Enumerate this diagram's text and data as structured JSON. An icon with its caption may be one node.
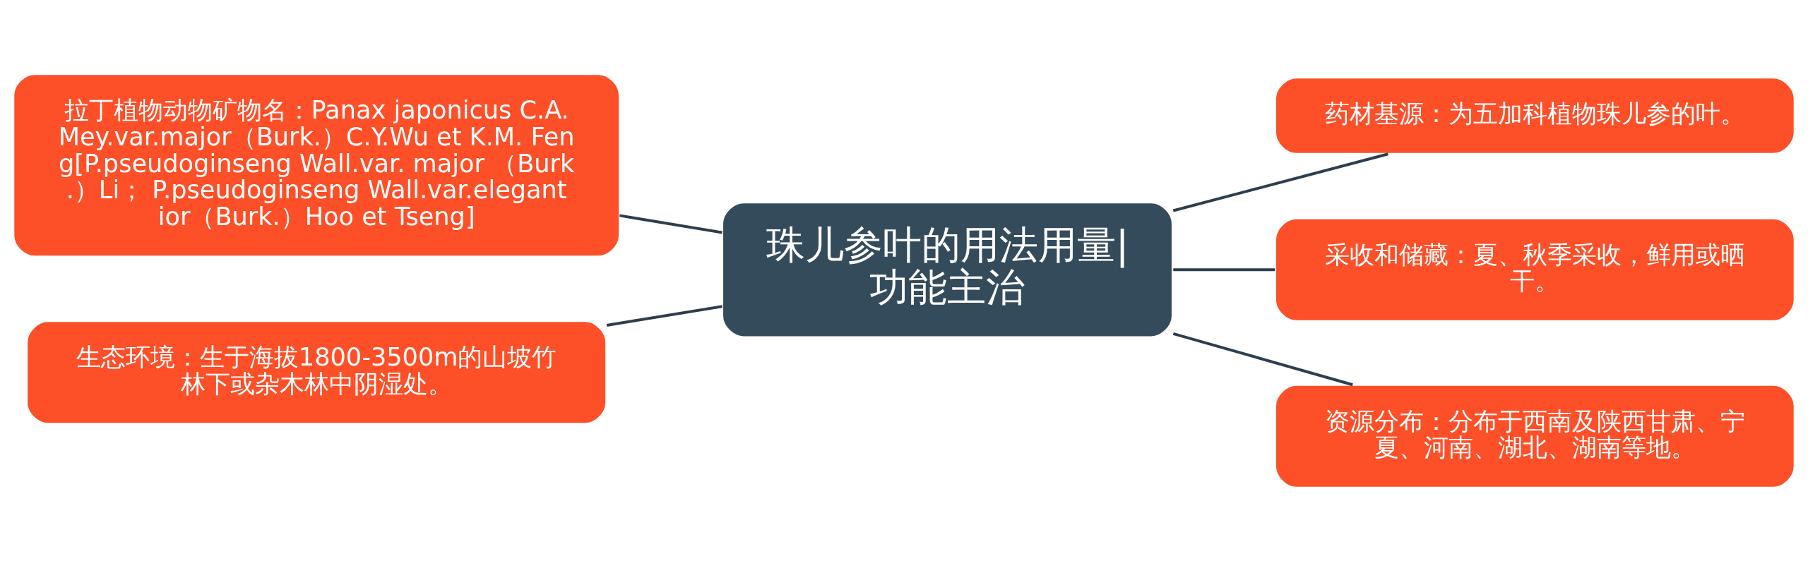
{
  "diagram": {
    "nodes": [
      {
        "text": [
          "珠儿参叶的用法用量|功能主治"
        ]
      },
      {
        "text": [
          "拉丁植物动物矿物名：Panax japonicus C.A.Mey.var.major（Burk.）C.Y.Wu et K.M. Feng[P.pseudoginseng Wall.var. major （Burk.）Li； P.pseudoginseng Wall.var.elegantior（Burk.）Hoo et Tseng]"
        ]
      },
      {
        "text": [
          "生态环境：生于海拔1800-3500m的山坡竹林下或杂木林中阴湿处。"
        ]
      },
      {
        "text": [
          "药材基源：为五加科植物珠儿参的叶。"
        ]
      },
      {
        "text": [
          "采收和储藏：夏、秋季采收，鲜用或晒干。"
        ]
      },
      {
        "text": [
          "资源分布：分布于西南及陕西甘肃、宁夏、河南、湖北、湖南等地。"
        ]
      }
    ],
    "edges": [
      {
        "from": 0,
        "to": 1,
        "arrow": "none"
      },
      {
        "from": 0,
        "to": 2,
        "arrow": "none"
      },
      {
        "from": 0,
        "to": 3,
        "arrow": "none"
      },
      {
        "from": 0,
        "to": 4,
        "arrow": "none"
      },
      {
        "from": 0,
        "to": 5,
        "arrow": "none"
      }
    ]
  }
}
